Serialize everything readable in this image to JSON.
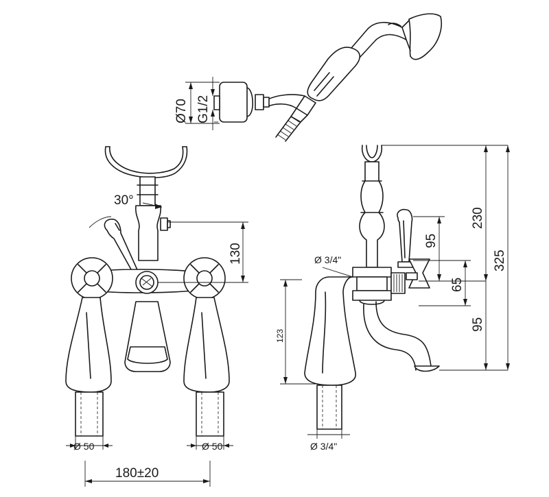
{
  "dimensions": {
    "shower_diameter": "Ø70",
    "shower_thread": "G1/2",
    "angle": "30°",
    "valve_height": "130",
    "inlet_left": "Ø 50",
    "inlet_right": "Ø 50",
    "centres": "180±20",
    "inlet_thread_side": "Ø 3/4\"",
    "body_thread": "Ø 3/4\"",
    "deck_height": "123",
    "handle_height": "95",
    "total_height": "325",
    "upper_height": "230",
    "handle_offset": "65",
    "spout_height": "95"
  }
}
